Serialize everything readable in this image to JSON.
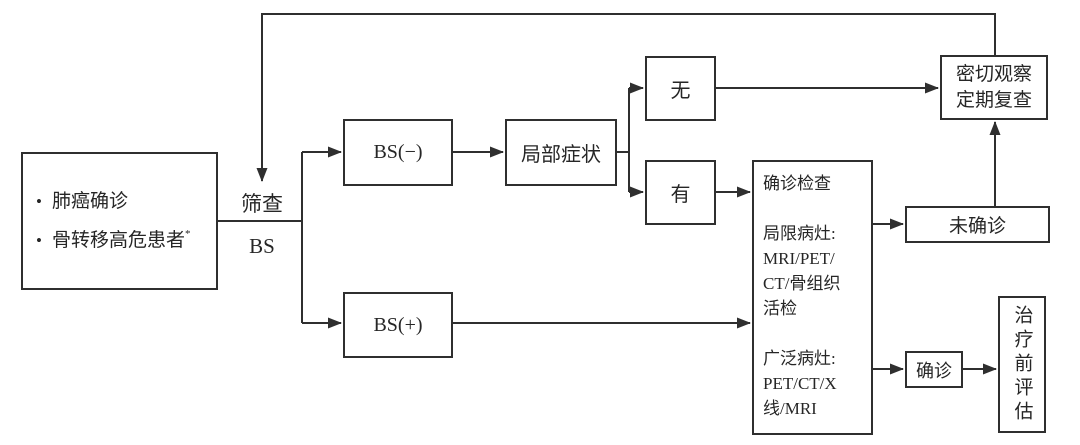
{
  "flow": {
    "patients_box": {
      "items": [
        {
          "bullet": "•",
          "text": "肺癌确诊",
          "sup": ""
        },
        {
          "bullet": "•",
          "text": "骨转移高危患者",
          "sup": "*"
        }
      ]
    },
    "screening": {
      "top_label": "筛查",
      "bottom_label": "BS"
    },
    "bs_negative": {
      "label": "BS(−)"
    },
    "bs_positive": {
      "label": "BS(+)"
    },
    "local_symptoms": {
      "label": "局部症状"
    },
    "symptom_absent": {
      "label": "无"
    },
    "symptom_present": {
      "label": "有"
    },
    "confirm_exam": {
      "lines": [
        "确诊检查",
        "",
        "局限病灶:",
        "MRI/PET/",
        "CT/骨组织",
        "活检",
        "",
        "广泛病灶:",
        "PET/CT/X",
        "线/MRI"
      ]
    },
    "observe_box": {
      "lines": [
        "密切观察",
        "定期复查"
      ]
    },
    "unconfirmed": {
      "label": "未确诊"
    },
    "confirmed": {
      "label": "确诊"
    },
    "pretreatment": {
      "label": "治疗前评估"
    }
  },
  "colors": {
    "line": "#2f2f2f",
    "text": "#262626",
    "background": "#ffffff"
  }
}
